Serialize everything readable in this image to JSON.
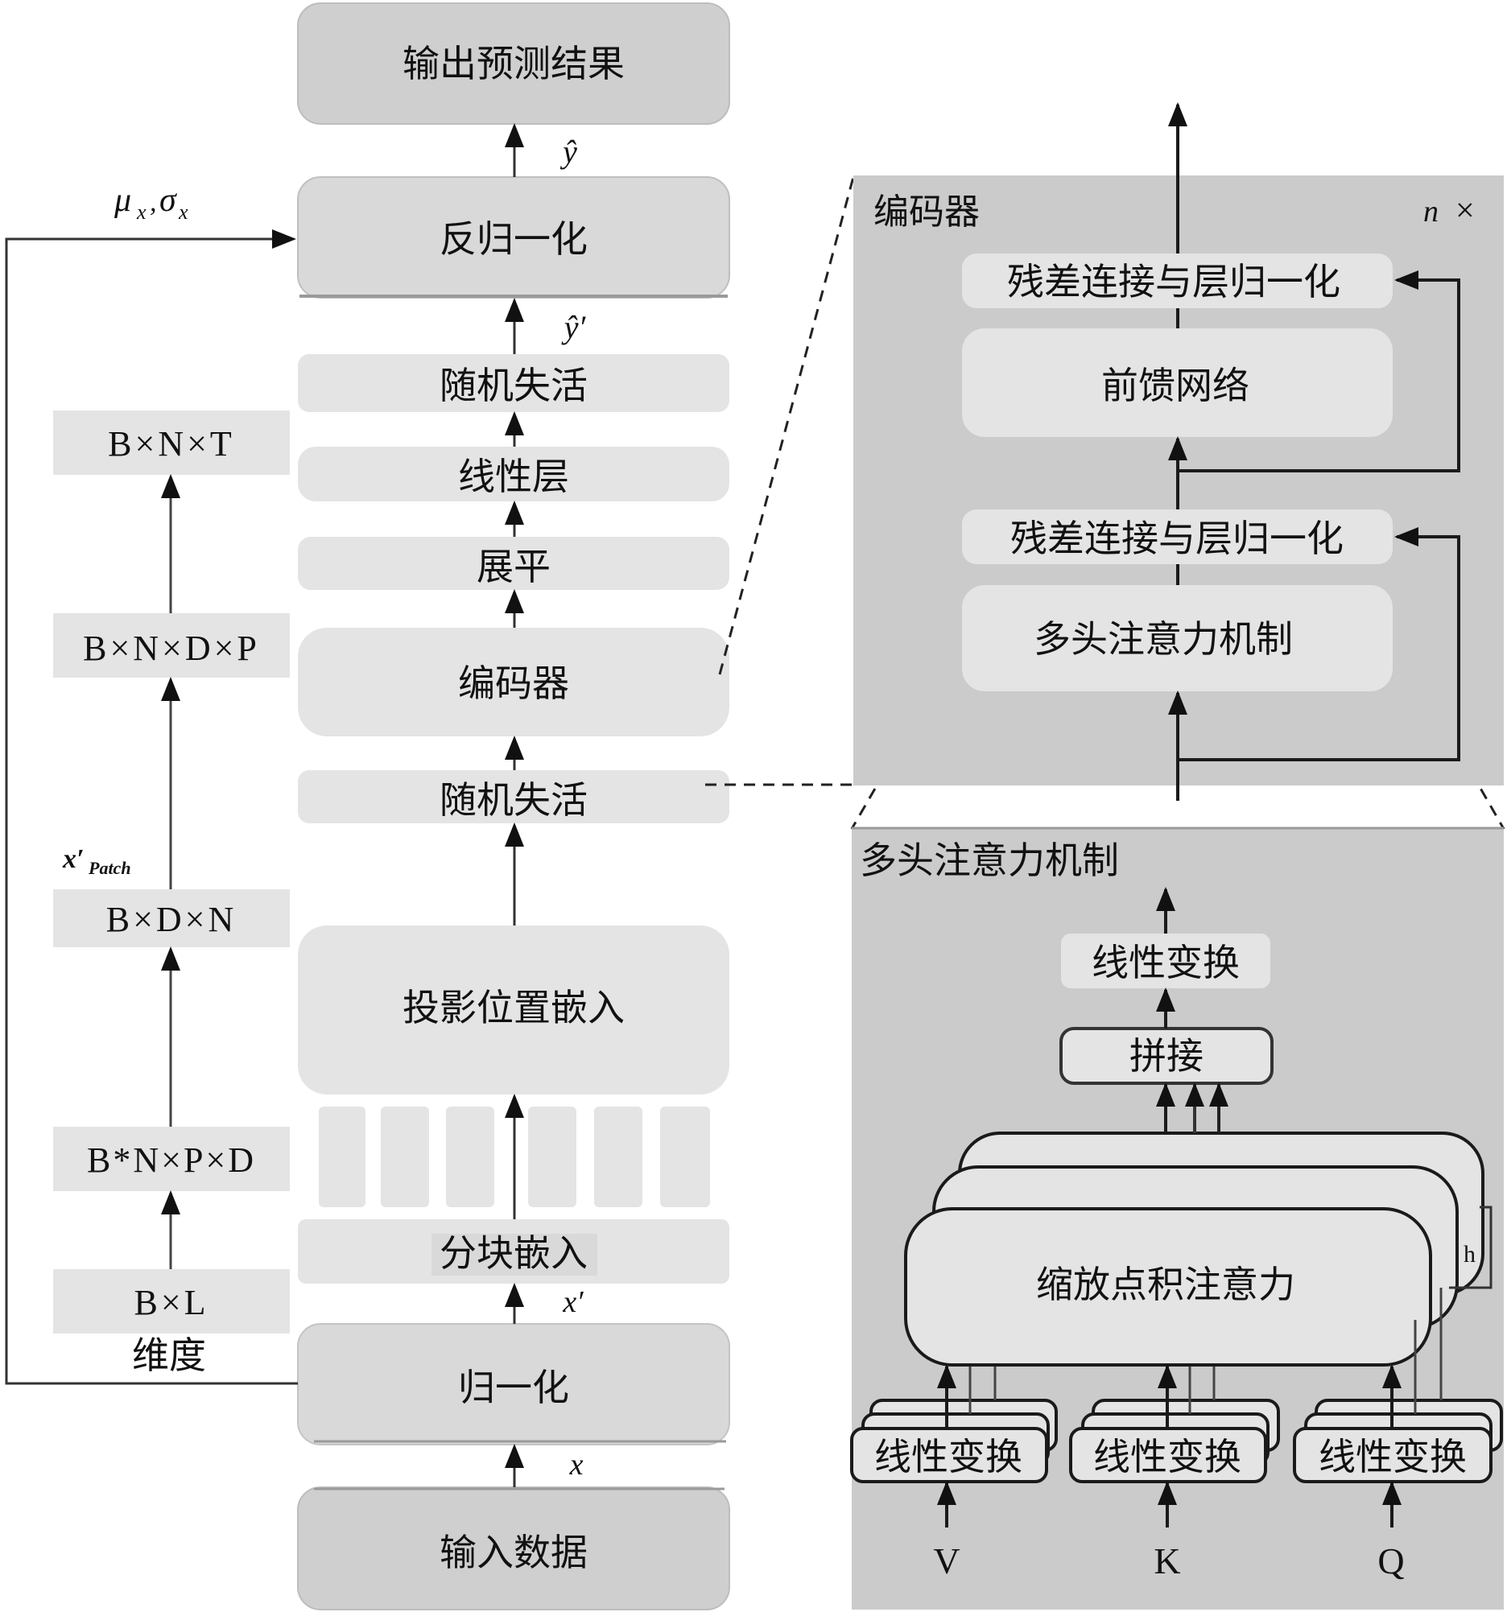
{
  "colors": {
    "panel_bg": "#cbcbcb",
    "box_light": "#e4e4e4",
    "box_mid": "#d9d9d9",
    "box_dark": "#cfcfcf",
    "line": "#1a1a1a",
    "white": "#ffffff"
  },
  "main_flow": {
    "output": "输出预测结果",
    "denorm": "反归一化",
    "dropout_top": "随机失活",
    "linear_layer": "线性层",
    "flatten": "展平",
    "encoder": "编码器",
    "dropout_bottom": "随机失活",
    "proj_pos_embed": "投影位置嵌入",
    "patch_embed": "分块嵌入",
    "normalize": "归一化",
    "input": "输入数据"
  },
  "flow_labels": {
    "y_hat": "ŷ",
    "y_hat_prime": "ŷ′",
    "x_prime": "x′",
    "x": "x",
    "mu_sigma": "μx,σx",
    "mu": "μ",
    "sigma": "σ",
    "sub_x": "x"
  },
  "dimensions": {
    "title": "维度",
    "items": [
      "B×N×T",
      "B×N×D×P",
      "B×D×N",
      "B*N×P×D",
      "B×L"
    ],
    "x_patch": "x′",
    "x_patch_sub": "Patch"
  },
  "encoder_panel": {
    "title": "编码器",
    "repeat": "n×",
    "repeat_n": "n",
    "repeat_x": "×",
    "add_norm_top": "残差连接与层归一化",
    "feed_forward": "前馈网络",
    "add_norm_bottom": "残差连接与层归一化",
    "mha": "多头注意力机制"
  },
  "mha_panel": {
    "title": "多头注意力机制",
    "linear_out": "线性变换",
    "concat": "拼接",
    "sdpa": "缩放点积注意力",
    "heads_label": "h",
    "linear_v": "线性变换",
    "linear_k": "线性变换",
    "linear_q": "线性变换",
    "input_v": "V",
    "input_k": "K",
    "input_q": "Q"
  }
}
